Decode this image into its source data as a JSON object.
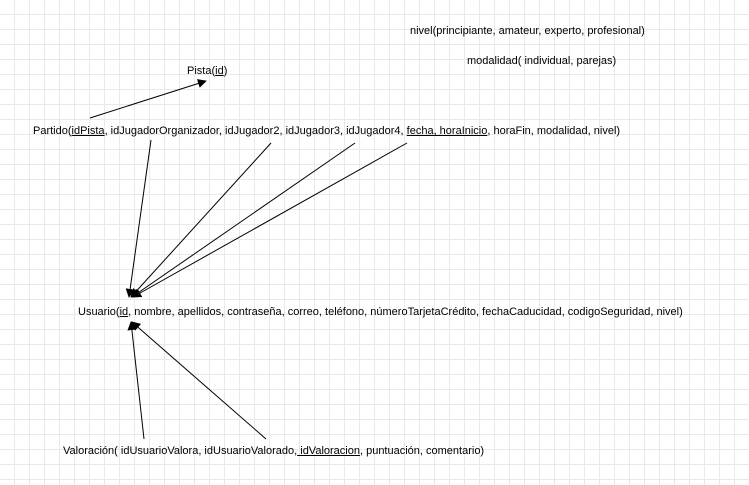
{
  "annotations": {
    "nivel": "nivel(principiante, amateur, experto, profesional)",
    "modalidad": "modalidad( individual, parejas)"
  },
  "entities": {
    "pista": {
      "name": "Pista(",
      "pk": "id",
      "close": ")"
    },
    "partido": {
      "name": "Partido(",
      "pk1": "idPista",
      "mid1": ", idJugadorOrganizador, idJugador2, idJugador3, idJugador4, ",
      "pk2": "fecha, horaInicio",
      "rest": ", horaFin, modalidad, nivel)"
    },
    "usuario": {
      "name": "Usuario(",
      "pk": "id",
      "rest": ", nombre, apellidos, contraseña, correo, teléfono, númeroTarjetaCrédito, fechaCaducidad, codigoSeguridad, nivel)"
    },
    "valoracion": {
      "name": "Valoración( idUsuarioValora, idUsuarioValorado,",
      "pk": " idValoracion",
      "rest": ", puntuación, comentario)"
    }
  },
  "relationships": [
    {
      "from": "Partido.idPista",
      "to": "Pista.id"
    },
    {
      "from": "Partido.idJugadorOrganizador",
      "to": "Usuario.id"
    },
    {
      "from": "Partido.idJugador2",
      "to": "Usuario.id"
    },
    {
      "from": "Partido.idJugador3",
      "to": "Usuario.id"
    },
    {
      "from": "Partido.idJugador4",
      "to": "Usuario.id"
    },
    {
      "from": "Valoración.idUsuarioValora",
      "to": "Usuario.id"
    },
    {
      "from": "Valoración.idUsuarioValorado",
      "to": "Usuario.id"
    }
  ]
}
